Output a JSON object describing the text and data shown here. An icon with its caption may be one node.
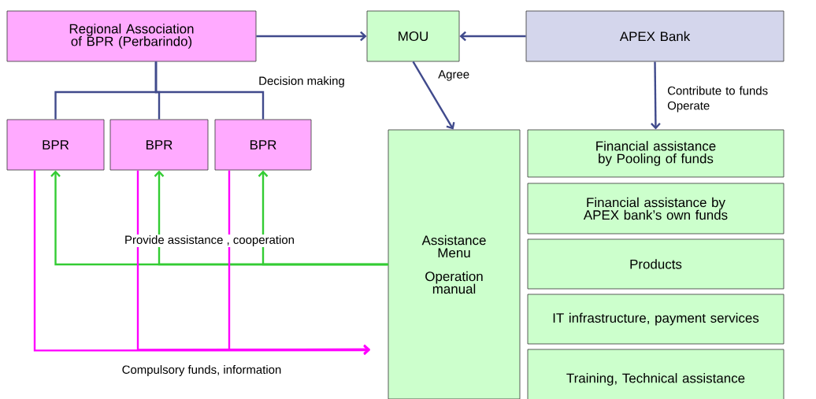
{
  "diagram": {
    "nodes": [
      {
        "text": [
          "Regional Association of BPR (Perbarindo)"
        ]
      },
      {
        "text": [
          "BPR"
        ]
      },
      {
        "text": [
          "BPR"
        ]
      },
      {
        "text": [
          "BPR"
        ]
      },
      {
        "text": [
          "MOU"
        ]
      },
      {
        "text": [
          "APEX Bank"
        ]
      },
      {
        "text": [
          "Assistance Menu",
          "Operation manual"
        ]
      },
      {
        "text": [
          "Financial assistance by Pooling of funds"
        ]
      },
      {
        "text": [
          "Financial assistance by APEX bank’s own funds"
        ]
      },
      {
        "text": [
          "Products"
        ]
      },
      {
        "text": [
          "IT infrastructure, payment services"
        ]
      },
      {
        "text": [
          "Training, Technical assistance"
        ]
      }
    ],
    "edges": [
      {
        "from": 0,
        "to": 1,
        "arrow": "none"
      },
      {
        "from": 0,
        "to": 2,
        "arrow": "none"
      },
      {
        "from": 0,
        "to": 3,
        "arrow": "none",
        "label": "Decision making"
      },
      {
        "from": 0,
        "to": 4,
        "arrow": "to"
      },
      {
        "from": 5,
        "to": 4,
        "arrow": "to"
      },
      {
        "from": 4,
        "to": 6,
        "arrow": "to",
        "label": "Agree"
      },
      {
        "from": 5,
        "to": 7,
        "arrow": "to",
        "label": "Contribute to funds Operate"
      },
      {
        "from": 6,
        "to": 1,
        "arrow": "to",
        "color": "#33cc33"
      },
      {
        "from": 6,
        "to": 2,
        "arrow": "to",
        "color": "#33cc33",
        "label": "Provide assistance , cooperation"
      },
      {
        "from": 6,
        "to": 3,
        "arrow": "to",
        "color": "#33cc33"
      },
      {
        "from": 1,
        "to": null,
        "arrow": "to",
        "color": "#ff00ff",
        "label": "Compulsory funds, information"
      },
      {
        "from": 2,
        "to": null,
        "arrow": "to",
        "color": "#ff00ff"
      },
      {
        "from": 3,
        "to": null,
        "arrow": "to",
        "color": "#ff00ff"
      }
    ]
  }
}
